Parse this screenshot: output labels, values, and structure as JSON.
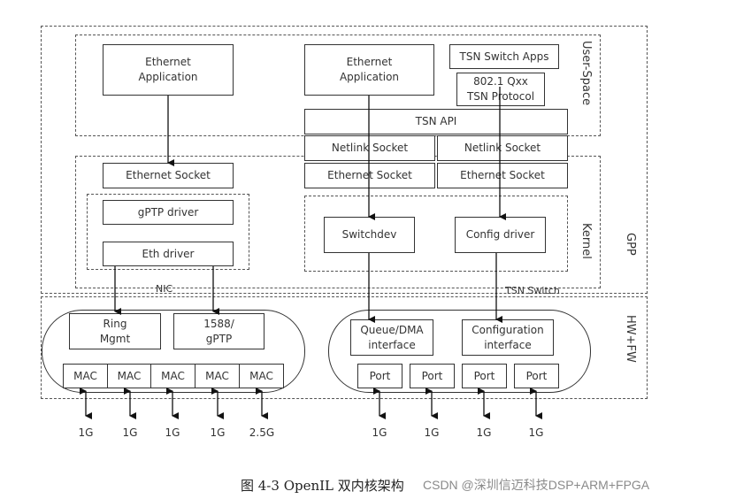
{
  "regions": {
    "user_space": "User-Space",
    "kernel": "Kernel",
    "gpp": "GPP",
    "hw_fw": "HW+FW",
    "nic": "NIC",
    "tsn_switch": "TSN Switch"
  },
  "left_stack": {
    "ethernet_application": "Ethernet\nApplication",
    "ethernet_socket": "Ethernet Socket",
    "gptp_driver": "gPTP driver",
    "eth_driver": "Eth driver"
  },
  "right_stack": {
    "ethernet_application": "Ethernet\nApplication",
    "tsn_switch_apps": "TSN Switch Apps",
    "tsn_protocol": "802.1 Qxx\nTSN Protocol",
    "tsn_api": "TSN API",
    "netlink_socket_1": "Netlink Socket",
    "netlink_socket_2": "Netlink Socket",
    "ethernet_socket_1": "Ethernet Socket",
    "ethernet_socket_2": "Ethernet Socket",
    "switchdev": "Switchdev",
    "config_driver": "Config driver"
  },
  "nic_hw": {
    "ring_mgmt": "Ring\nMgmt",
    "ptp": "1588/\ngPTP",
    "macs": [
      "MAC",
      "MAC",
      "MAC",
      "MAC",
      "MAC"
    ],
    "speeds": [
      "1G",
      "1G",
      "1G",
      "1G",
      "2.5G"
    ]
  },
  "switch_hw": {
    "queue_dma": "Queue/DMA\ninterface",
    "config_interface": "Configuration\ninterface",
    "ports": [
      "Port",
      "Port",
      "Port",
      "Port"
    ],
    "speeds": [
      "1G",
      "1G",
      "1G",
      "1G"
    ]
  },
  "caption": "图 4-3 OpenIL 双内核架构",
  "watermark": "CSDN @深圳信迈科技DSP+ARM+FPGA"
}
